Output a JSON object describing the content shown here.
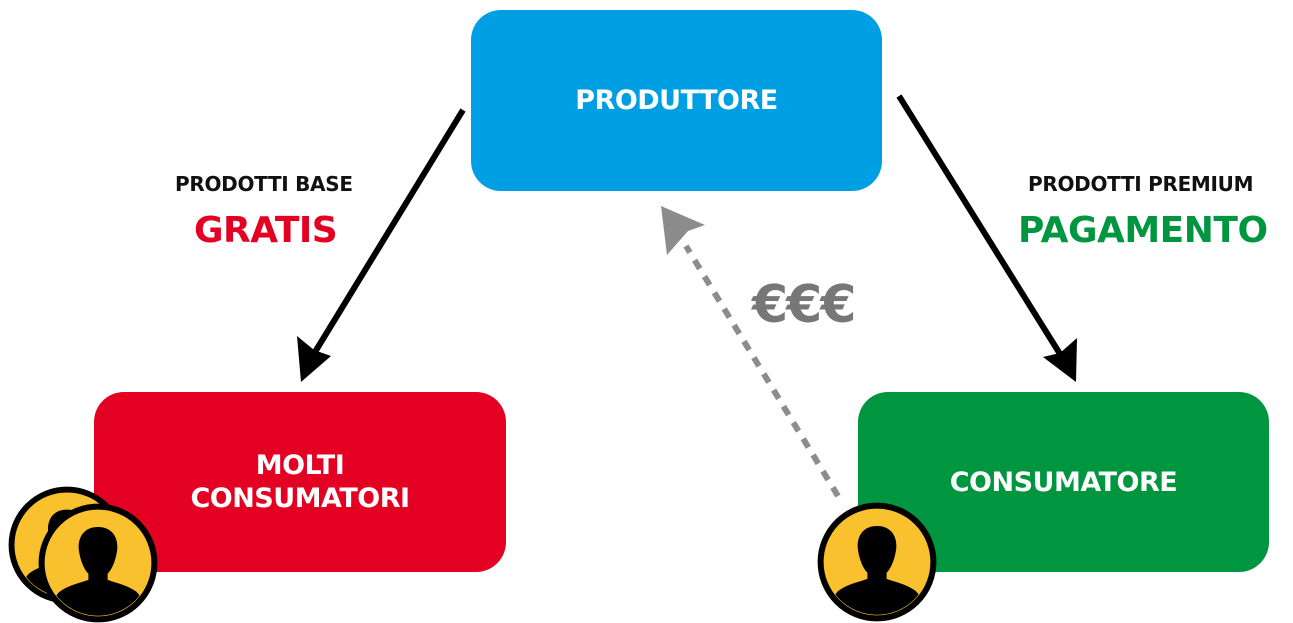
{
  "nodes": {
    "producer": {
      "label": "PRODUTTORE"
    },
    "many_consumers": {
      "line1": "MOLTI",
      "line2": "CONSUMATORI"
    },
    "consumer": {
      "label": "CONSUMATORE"
    }
  },
  "edges": {
    "free": {
      "caption": "PRODOTTI BASE",
      "value": "GRATIS"
    },
    "premium": {
      "caption": "PRODOTTI PREMIUM",
      "value": "PAGAMENTO"
    },
    "payment": {
      "value": "€€€"
    }
  },
  "colors": {
    "producer": "#009fe3",
    "many_consumers": "#e30022",
    "consumer": "#009640",
    "free_text": "#e30022",
    "pay_text": "#009640",
    "money_text": "#777777",
    "arrow": "#000000",
    "dashed_arrow": "#8c8c8c",
    "avatar_fill": "#f9c12d",
    "avatar_stroke": "#000000"
  },
  "icons": {
    "many_consumers": "two-user-avatars-icon",
    "consumer": "user-avatar-icon"
  }
}
